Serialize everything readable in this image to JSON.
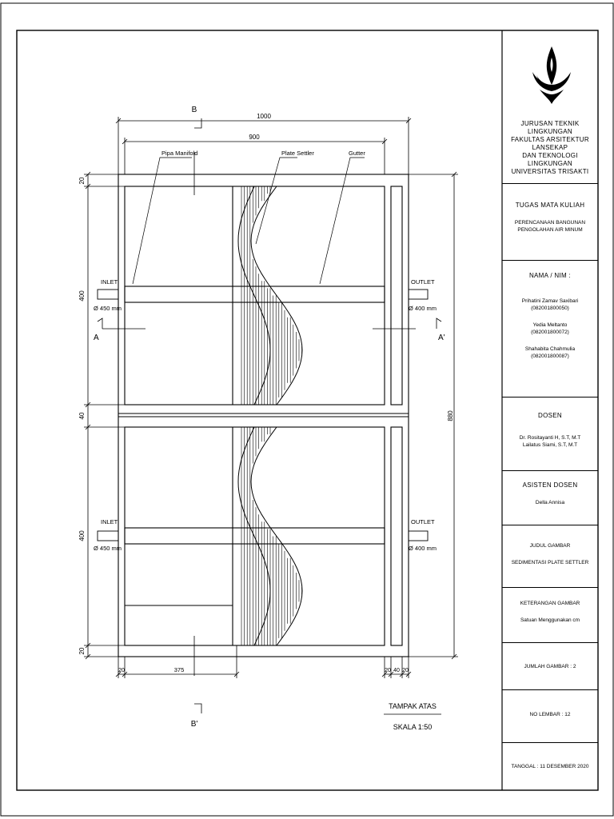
{
  "drawing": {
    "dim_1000": "1000",
    "dim_900": "900",
    "section_b_top": "B",
    "section_b_bottom": "B'",
    "section_a_left": "A",
    "section_a_right": "A'",
    "label_pipa": "Pipa Manifold",
    "label_plate": "Plate Settler",
    "label_gutter": "Gutter",
    "inlet_top": "INLET",
    "inlet_top_size": "Ø 450 mm",
    "outlet_top": "OUTLET",
    "outlet_top_size": "Ø 400 mm",
    "inlet_bottom": "INLET",
    "inlet_bottom_size": "Ø 450 mm",
    "outlet_bottom": "OUTLET",
    "outlet_bottom_size": "Ø 400 mm",
    "dim_left_20_top": "20",
    "dim_left_400_top": "400",
    "dim_left_40": "40",
    "dim_left_400_bottom": "400",
    "dim_left_20_bottom": "20",
    "dim_right_880": "880",
    "dim_bottom_20_left": "20",
    "dim_bottom_375": "375",
    "dim_bottom_20_a": "20",
    "dim_bottom_40": "40",
    "dim_bottom_20_b": "20",
    "view_title": "TAMPAK ATAS",
    "view_scale": "SKALA 1:50"
  },
  "title_block": {
    "institution": [
      "JURUSAN TEKNIK LINGKUNGAN",
      "FAKULTAS ARSITEKTUR LANSEKAP",
      "DAN TEKNOLOGI LINGKUNGAN",
      "UNIVERSITAS TRISAKTI"
    ],
    "course_title": "TUGAS MATA KULIAH",
    "course_name": [
      "PERENCANAAN BANGUNAN",
      "PENGOLAHAN AIR MINUM"
    ],
    "nama_title": "NAMA / NIM :",
    "students": [
      {
        "name": "Prihatini Zamav Saxibari",
        "nim": "(082001800050)"
      },
      {
        "name": "Yedia Meltanto",
        "nim": "(082001800072)"
      },
      {
        "name": "Shahabita Chahmulia",
        "nim": "(082001800087)"
      }
    ],
    "dosen_title": "DOSEN",
    "dosen": [
      "Dr. Rositayanti H, S.T, M.T",
      "Lailatus Siami, S.T, M.T"
    ],
    "asisten_title": "ASISTEN DOSEN",
    "asisten": "Della Annisa",
    "judul_title": "JUDUL GAMBAR",
    "judul": "SEDIMENTASI PLATE SETTLER",
    "keterangan_title": "KETERANGAN GAMBAR",
    "keterangan": "Satuan Menggunakan cm",
    "jumlah": "JUMLAH GAMBAR : 2",
    "lembar": "NO LEMBAR : 12",
    "tanggal": "TANGGAL : 11 DESEMBER 2020"
  }
}
